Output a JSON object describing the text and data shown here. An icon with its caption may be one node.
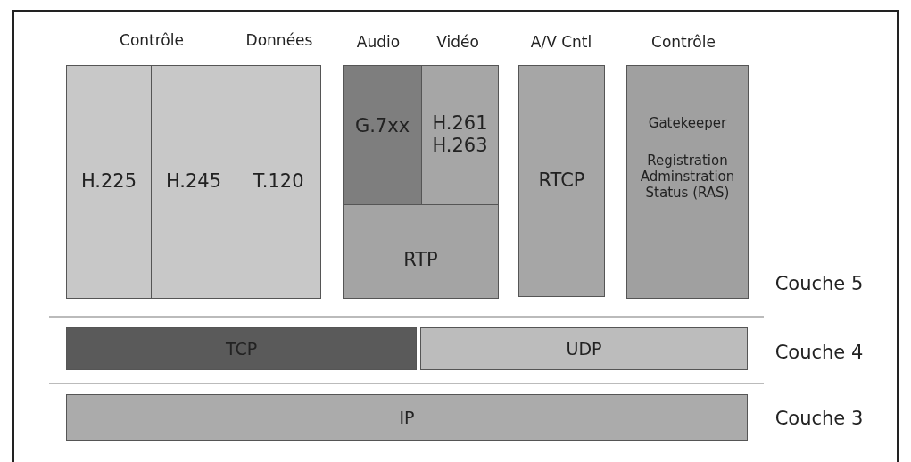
{
  "diagram": {
    "nodes": [
      {
        "text": [
          "H.225"
        ]
      },
      {
        "text": [
          "H.245"
        ]
      },
      {
        "text": [
          "T.120"
        ]
      },
      {
        "text": [
          "G.7xx"
        ]
      },
      {
        "text": [
          "H.261 H.263"
        ]
      },
      {
        "text": [
          "RTP"
        ]
      },
      {
        "text": [
          "RTCP"
        ]
      },
      {
        "text": [
          "Gatekeeper",
          "Registration Adminstration Status (RAS)"
        ]
      },
      {
        "text": [
          "TCP"
        ]
      },
      {
        "text": [
          "UDP"
        ]
      },
      {
        "text": [
          "IP"
        ]
      }
    ],
    "edges": [],
    "labels": [
      "Contrôle",
      "Données",
      "Audio",
      "Vidéo",
      "A/V Cntl",
      "Contrôle",
      "Couche 5",
      "Couche 4",
      "Couche 3"
    ]
  }
}
